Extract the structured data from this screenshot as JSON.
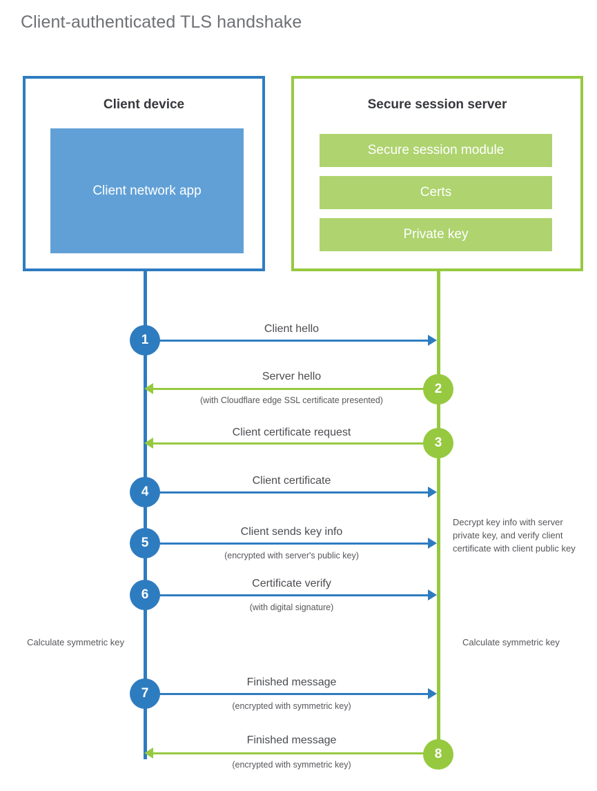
{
  "title": "Client-authenticated TLS handshake",
  "colors": {
    "client_blue": "#2e7cc0",
    "client_app_blue": "#61a0d6",
    "server_green": "#96c93f",
    "server_block_green": "#aed36f",
    "text_gray": "#55565a",
    "heading_gray": "#36383c"
  },
  "client": {
    "title": "Client device",
    "app_label": "Client network app"
  },
  "server": {
    "title": "Secure session server",
    "blocks": [
      "Secure session module",
      "Certs",
      "Private key"
    ]
  },
  "steps": [
    {
      "number": "1",
      "label": "Client hello",
      "sub": "",
      "direction": "client-to-server",
      "color": "blue"
    },
    {
      "number": "2",
      "label": "Server hello",
      "sub": "(with Cloudflare edge SSL certificate presented)",
      "direction": "server-to-client",
      "color": "green"
    },
    {
      "number": "3",
      "label": "Client certificate request",
      "sub": "",
      "direction": "server-to-client",
      "color": "green"
    },
    {
      "number": "4",
      "label": "Client certificate",
      "sub": "",
      "direction": "client-to-server",
      "color": "blue"
    },
    {
      "number": "5",
      "label": "Client sends key info",
      "sub": "(encrypted with server's public key)",
      "direction": "client-to-server",
      "color": "blue"
    },
    {
      "number": "6",
      "label": "Certificate verify",
      "sub": "(with digital signature)",
      "direction": "client-to-server",
      "color": "blue"
    },
    {
      "number": "7",
      "label": "Finished message",
      "sub": "(encrypted with symmetric key)",
      "direction": "client-to-server",
      "color": "blue"
    },
    {
      "number": "8",
      "label": "Finished message",
      "sub": "(encrypted with symmetric key)",
      "direction": "server-to-client",
      "color": "green"
    }
  ],
  "notes": {
    "decrypt": "Decrypt key info with server private key, and verify client certificate with client public key",
    "calculate_symmetric_key_client": "Calculate symmetric key",
    "calculate_symmetric_key_server": "Calculate symmetric key"
  }
}
